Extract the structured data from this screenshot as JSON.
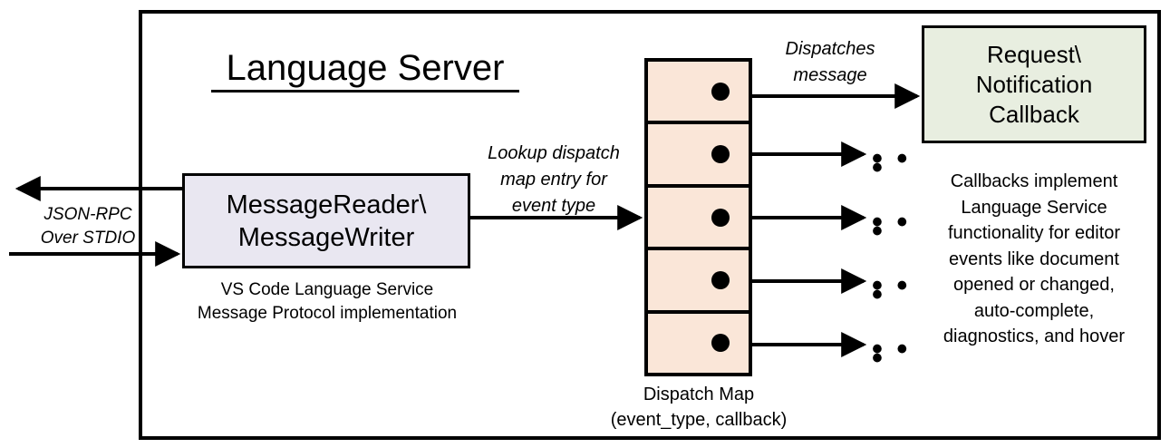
{
  "diagram": {
    "title": "Language Server",
    "frame_color": "#000000",
    "background": "#ffffff"
  },
  "message_component": {
    "title_line1": "MessageReader\\",
    "title_line2": "MessageWriter",
    "fill_color": "#e9e7f1",
    "caption_line1": "VS Code Language Service",
    "caption_line2": "Message Protocol implementation"
  },
  "dispatch_map": {
    "fill_color": "#fae6d8",
    "caption_line1": "Dispatch Map",
    "caption_line2": "(event_type, callback)",
    "cells": [
      {
        "dot": "entry-dot"
      },
      {
        "dot": "entry-dot"
      },
      {
        "dot": "entry-dot"
      },
      {
        "dot": "entry-dot"
      },
      {
        "dot": "entry-dot"
      }
    ],
    "ellipsis": "• • •"
  },
  "callback_component": {
    "title_line1": "Request\\",
    "title_line2": "Notification",
    "title_line3": "Callback",
    "fill_color": "#e8eee0",
    "caption_line1": "Callbacks implement",
    "caption_line2": "Language Service",
    "caption_line3": "functionality for editor",
    "caption_line4": "events like document",
    "caption_line5": "opened or changed,",
    "caption_line6": "auto-complete,",
    "caption_line7": "diagnostics, and hover"
  },
  "edges": {
    "jsonrpc_line1": "JSON-RPC",
    "jsonrpc_line2": "Over STDIO",
    "lookup_line1": "Lookup dispatch",
    "lookup_line2": "map entry for",
    "lookup_line3": "event type",
    "dispatches_line1": "Dispatches",
    "dispatches_line2": "message"
  }
}
